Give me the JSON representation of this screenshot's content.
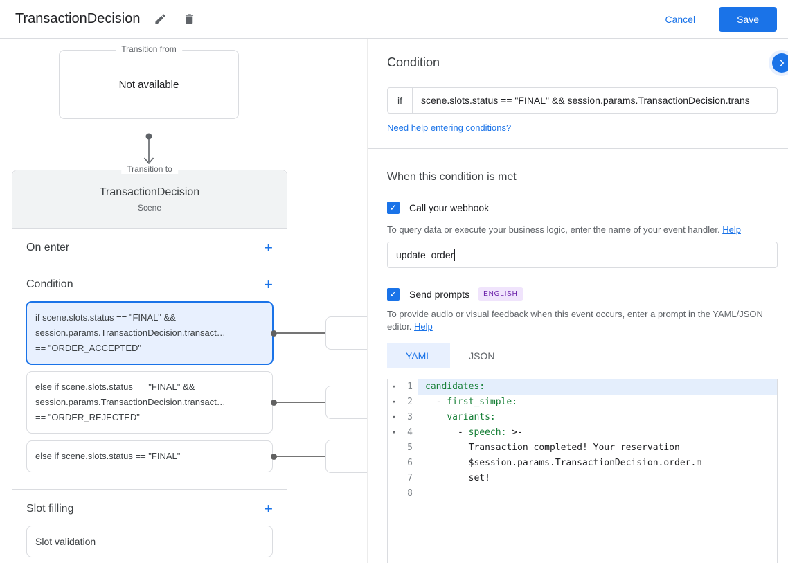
{
  "icons": {
    "plus": "+",
    "check": "✓",
    "fold": "▾"
  },
  "header": {
    "title": "TransactionDecision",
    "cancel_label": "Cancel",
    "save_label": "Save"
  },
  "graph": {
    "transition_from": {
      "label": "Transition from",
      "value": "Not available"
    },
    "transition_to": {
      "label": "Transition to",
      "title": "TransactionDecision",
      "subtitle": "Scene"
    },
    "on_enter_label": "On enter",
    "condition_label": "Condition",
    "conditions": [
      {
        "selected": true,
        "lines": [
          "if scene.slots.status == \"FINAL\" &&",
          "session.params.TransactionDecision.transact…",
          "== \"ORDER_ACCEPTED\""
        ]
      },
      {
        "selected": false,
        "lines": [
          "else if scene.slots.status == \"FINAL\" &&",
          "session.params.TransactionDecision.transact…",
          "== \"ORDER_REJECTED\""
        ]
      },
      {
        "selected": false,
        "lines": [
          "else if scene.slots.status == \"FINAL\""
        ]
      }
    ],
    "slot_filling_label": "Slot filling",
    "slot_validation_label": "Slot validation"
  },
  "inspector": {
    "title": "Condition",
    "if_label": "if",
    "if_value": "scene.slots.status == \"FINAL\" && session.params.TransactionDecision.trans",
    "conditions_help_link": "Need help entering conditions?",
    "when_met_heading": "When this condition is met",
    "webhook": {
      "checked": true,
      "label": "Call your webhook",
      "description": "To query data or execute your business logic, enter the name of your event handler.",
      "help_label": "Help",
      "input_value": "update_order"
    },
    "prompts": {
      "checked": true,
      "label": "Send prompts",
      "language_badge": "ENGLISH",
      "description": "To provide audio or visual feedback when this event occurs, enter a prompt in the YAML/JSON editor.",
      "help_label": "Help"
    },
    "editor": {
      "tabs": [
        {
          "label": "YAML",
          "active": true
        },
        {
          "label": "JSON",
          "active": false
        }
      ],
      "lines": [
        {
          "number": 1,
          "foldable": true,
          "highlighted": true,
          "segments": [
            {
              "t": "key",
              "s": "candidates:"
            }
          ]
        },
        {
          "number": 2,
          "foldable": true,
          "segments": [
            {
              "t": "plain",
              "s": "  - "
            },
            {
              "t": "key",
              "s": "first_simple:"
            }
          ]
        },
        {
          "number": 3,
          "foldable": true,
          "segments": [
            {
              "t": "plain",
              "s": "    "
            },
            {
              "t": "key",
              "s": "variants:"
            }
          ]
        },
        {
          "number": 4,
          "foldable": true,
          "segments": [
            {
              "t": "plain",
              "s": "      - "
            },
            {
              "t": "key",
              "s": "speech:"
            },
            {
              "t": "plain",
              "s": " >-"
            }
          ]
        },
        {
          "number": 5,
          "segments": [
            {
              "t": "plain",
              "s": "        Transaction completed! Your reservation"
            }
          ]
        },
        {
          "number": 6,
          "segments": [
            {
              "t": "plain",
              "s": "        $session.params.TransactionDecision.order.m"
            }
          ]
        },
        {
          "number": 7,
          "segments": [
            {
              "t": "plain",
              "s": "        set!"
            }
          ]
        },
        {
          "number": 8,
          "segments": []
        }
      ]
    }
  },
  "colors": {
    "accent": "#1a73e8",
    "selected_condition_bg": "#e8f0fe",
    "code_key_green": "#188038",
    "language_badge_bg": "#f0e4fc"
  }
}
